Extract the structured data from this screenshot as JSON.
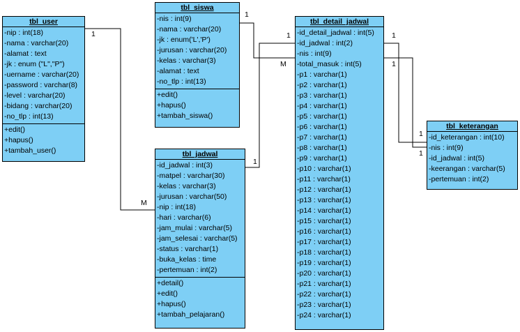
{
  "classes": {
    "tbl_user": {
      "title": "tbl_user",
      "attributes": [
        "-nip : int(18)",
        "-nama : varchar(20)",
        "-alamat : text",
        "-jk : enum (\"L\",\"P\")",
        "-uername : varchar(20)",
        "-password : varchar(8)",
        "-level : varchar(20)",
        "-bidang : varchar(20)",
        "-no_tlp : int(13)"
      ],
      "methods": [
        "+edit()",
        "+hapus()",
        "+tambah_user()"
      ]
    },
    "tbl_siswa": {
      "title": "tbl_siswa",
      "attributes": [
        "-nis : int(9)",
        "-nama : varchar(20)",
        "-jk : enum('L','P')",
        "-jurusan : varchar(20)",
        "-kelas : varchar(3)",
        "-alamat : text",
        "-no_tlp : int(13)"
      ],
      "methods": [
        "+edit()",
        "+hapus()",
        "+tambah_siswa()"
      ]
    },
    "tbl_jadwal": {
      "title": "tbl_jadwal",
      "attributes": [
        "-id_jadwal : int(3)",
        "-matpel : varchar(30)",
        "-kelas : varchar(3)",
        "-jurusan : varchar(50)",
        "-nip : int(18)",
        "-hari : varchar(6)",
        "-jam_mulai : varchar(5)",
        "-jam_selesai : varchar(5)",
        "-status : varchar(1)",
        "-buka_kelas : time",
        "-pertemuan : int(2)"
      ],
      "methods": [
        "+detail()",
        "+edit()",
        "+hapus()",
        "+tambah_pelajaran()"
      ]
    },
    "tbl_detail_jadwal": {
      "title": "tbl_detail_jadwal",
      "attributes": [
        "-id_detail_jadwal : int(5)",
        "-id_jadwal : int(2)",
        "-nis : int(9)",
        "-total_masuk : int(5)",
        "-p1 : varchar(1)",
        "-p2 : varchar(1)",
        "-p3 : varchar(1)",
        "-p4 : varchar(1)",
        "-p5 : varchar(1)",
        "-p6 : varchar(1)",
        "-p7 : varchar(1)",
        "-p8 : varchar(1)",
        "-p9 : varchar(1)",
        "-p10 : varchar(1)",
        "-p11 : varchar(1)",
        "-p12 : varchar(1)",
        "-p13 : varchar(1)",
        "-p14 : varchar(1)",
        "-p15 : varchar(1)",
        "-p16 : varchar(1)",
        "-p17 : varchar(1)",
        "-p18 : varchar(1)",
        "-p19 : varchar(1)",
        "-p20 : varchar(1)",
        "-p21 : varchar(1)",
        "-p22 : varchar(1)",
        "-p23 : varchar(1)",
        "-p24 : varchar(1)"
      ],
      "methods": []
    },
    "tbl_keterangan": {
      "title": "tbl_keterangan",
      "attributes": [
        "-id_keterangan : int(10)",
        "-nis : int(9)",
        "-id_jadwal : int(5)",
        "-keerangan : varchar(5)",
        "-pertemuan : int(2)"
      ],
      "methods": []
    }
  },
  "multiplicities": {
    "user_side": "1",
    "jadwal_side_user": "M",
    "siswa_side": "1",
    "detail_side_siswa": "M",
    "jadwal_side_detail": "1",
    "detail_side_jadwal": "1",
    "detail_side_ket_a": "1",
    "detail_side_ket_b": "1",
    "ket_side_a": "1",
    "ket_side_b": "1"
  }
}
